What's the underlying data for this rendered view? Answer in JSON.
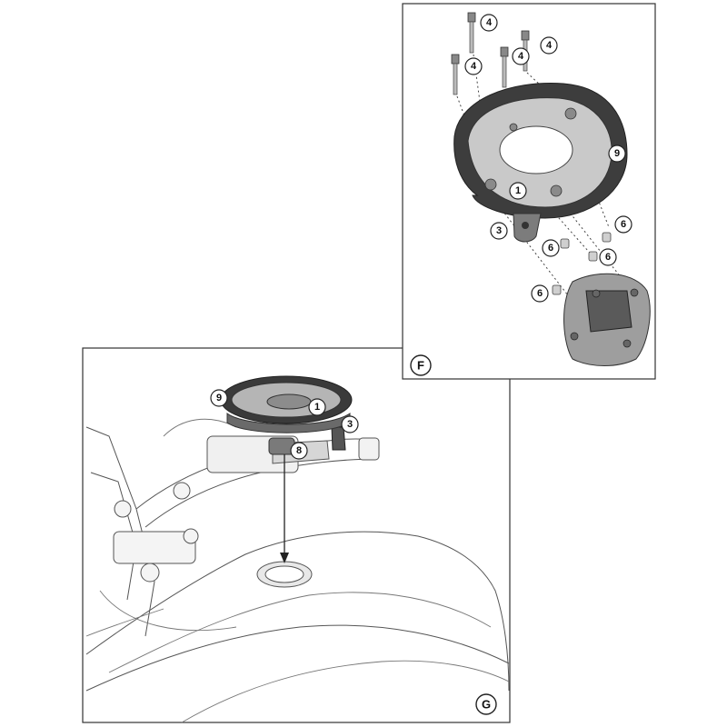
{
  "panels": [
    {
      "id": "F",
      "label": "F",
      "callouts": [
        "4",
        "4",
        "4",
        "4",
        "9",
        "1",
        "3",
        "6",
        "6",
        "6",
        "6"
      ]
    },
    {
      "id": "G",
      "label": "G",
      "callouts": [
        "9",
        "1",
        "3",
        "8"
      ]
    }
  ],
  "colors": {
    "frame": "#333333",
    "ring_dark": "#3a3a3a",
    "metal_grey": "#a8a8a8",
    "light_grey": "#e6e6e6",
    "line_art": "#777777"
  }
}
